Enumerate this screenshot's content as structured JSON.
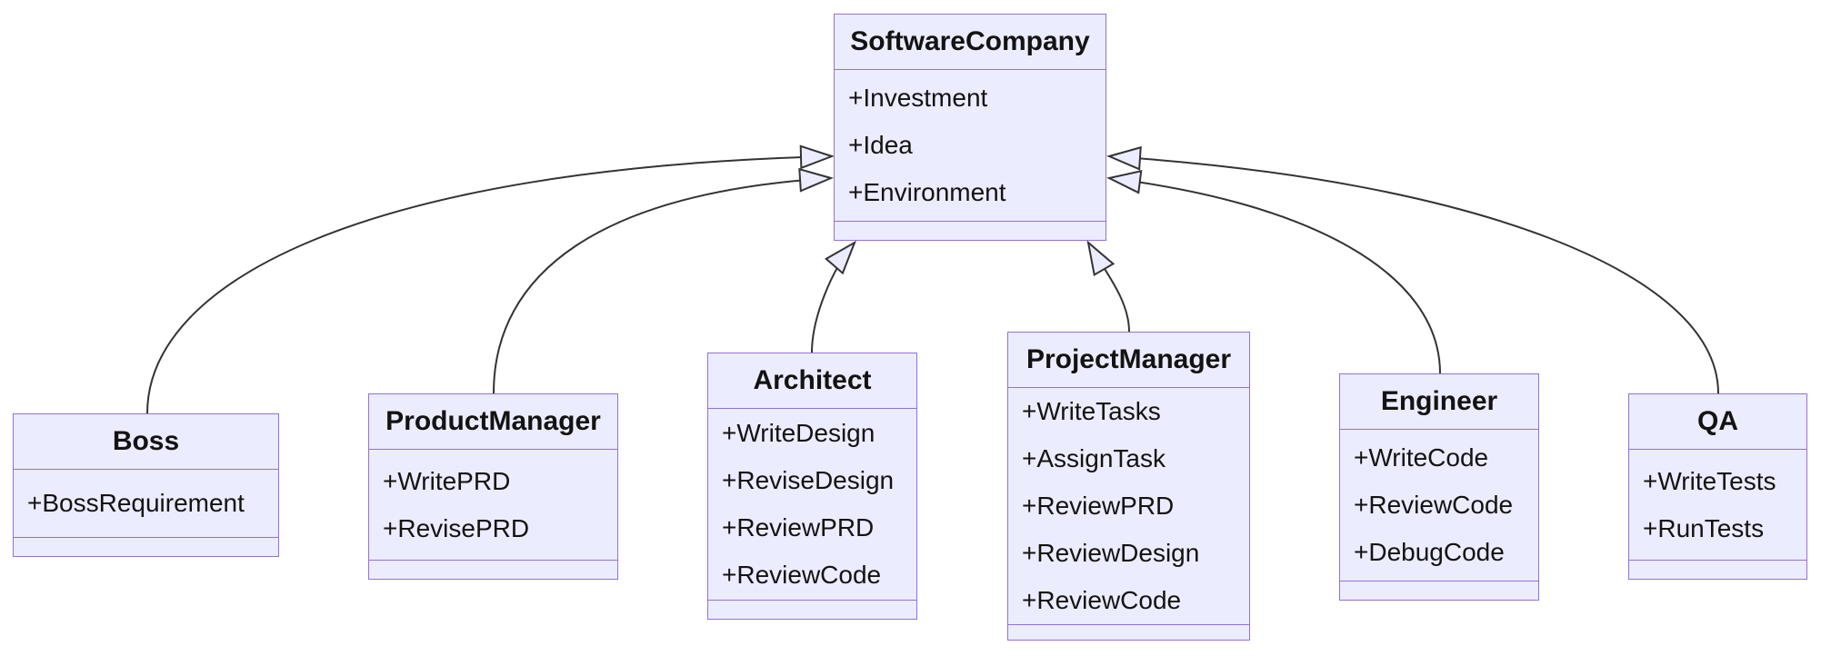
{
  "diagram": {
    "kind": "uml-class-diagram",
    "colors": {
      "box_fill": "#ECECFF",
      "box_border": "#9370DB",
      "edge_line": "#333333",
      "arrowhead_fill": "#ECECFF",
      "text": "#131313",
      "background": "#ffffff"
    },
    "classes": [
      {
        "name": "SoftwareCompany",
        "attributes": [
          "+Investment",
          "+Idea",
          "+Environment"
        ],
        "methods": []
      },
      {
        "name": "Boss",
        "attributes": [
          "+BossRequirement"
        ],
        "methods": []
      },
      {
        "name": "ProductManager",
        "attributes": [
          "+WritePRD",
          "+RevisePRD"
        ],
        "methods": []
      },
      {
        "name": "Architect",
        "attributes": [
          "+WriteDesign",
          "+ReviseDesign",
          "+ReviewPRD",
          "+ReviewCode"
        ],
        "methods": []
      },
      {
        "name": "ProjectManager",
        "attributes": [
          "+WriteTasks",
          "+AssignTask",
          "+ReviewPRD",
          "+ReviewDesign",
          "+ReviewCode"
        ],
        "methods": []
      },
      {
        "name": "Engineer",
        "attributes": [
          "+WriteCode",
          "+ReviewCode",
          "+DebugCode"
        ],
        "methods": []
      },
      {
        "name": "QA",
        "attributes": [
          "+WriteTests",
          "+RunTests"
        ],
        "methods": []
      }
    ],
    "relationships": [
      {
        "from": "Boss",
        "to": "SoftwareCompany",
        "type": "inheritance",
        "arrow": "hollow-triangle"
      },
      {
        "from": "ProductManager",
        "to": "SoftwareCompany",
        "type": "inheritance",
        "arrow": "hollow-triangle"
      },
      {
        "from": "Architect",
        "to": "SoftwareCompany",
        "type": "inheritance",
        "arrow": "hollow-triangle"
      },
      {
        "from": "ProjectManager",
        "to": "SoftwareCompany",
        "type": "inheritance",
        "arrow": "hollow-triangle"
      },
      {
        "from": "Engineer",
        "to": "SoftwareCompany",
        "type": "inheritance",
        "arrow": "hollow-triangle"
      },
      {
        "from": "QA",
        "to": "SoftwareCompany",
        "type": "inheritance",
        "arrow": "hollow-triangle"
      }
    ]
  }
}
